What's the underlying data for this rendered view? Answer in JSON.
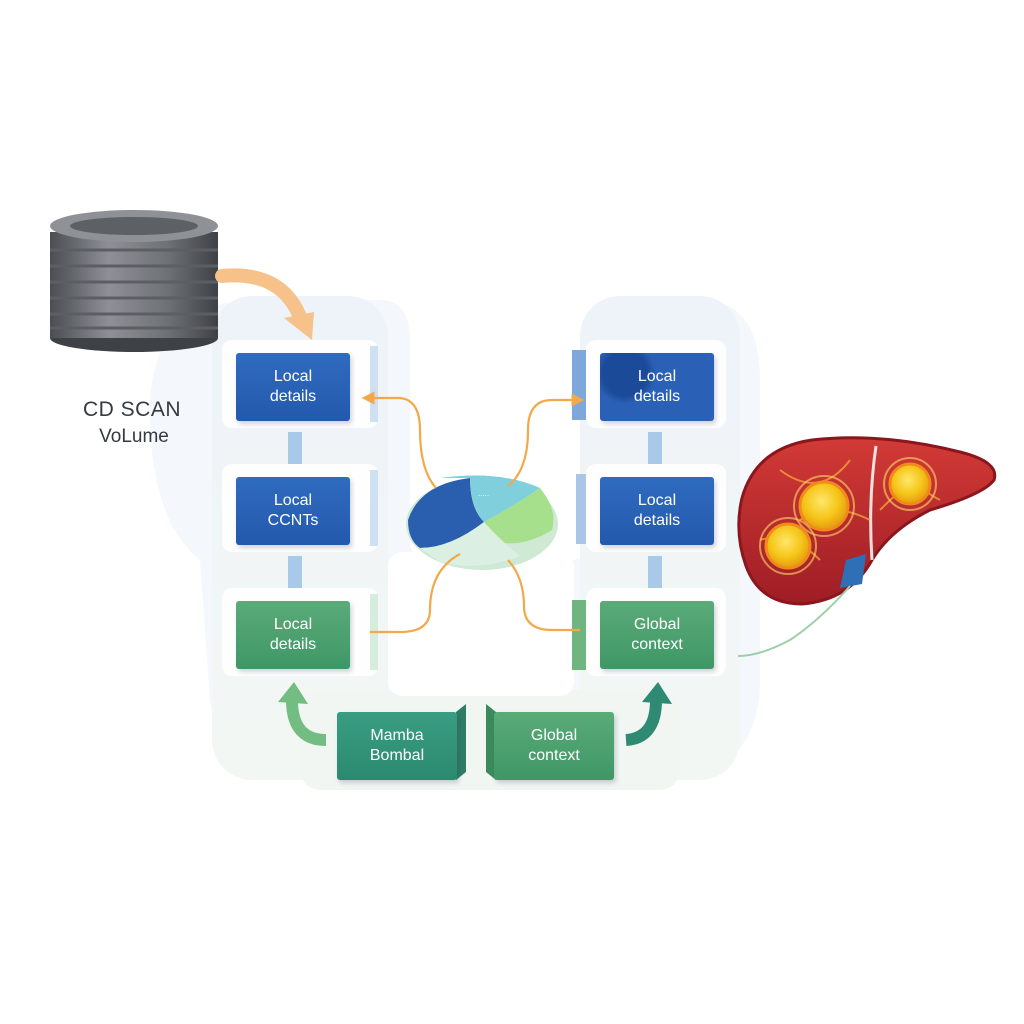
{
  "input": {
    "caption_line1": "CD SCAN",
    "caption_line2": "VoLume"
  },
  "left_column": [
    {
      "label": "Local\ndetails"
    },
    {
      "label": "Local\nCCNTs"
    },
    {
      "label": "Local\ndetails"
    }
  ],
  "right_column": [
    {
      "label": "Local\ndetails"
    },
    {
      "label": "Local\ndetails"
    },
    {
      "label": "Global\ncontext"
    }
  ],
  "bottom": [
    {
      "label": "Mamba\nBombal"
    },
    {
      "label": "Global\ncontext"
    }
  ],
  "colors": {
    "blue_box": "#2a60b5",
    "green_box": "#4fa270",
    "teal_box": "#32957a",
    "orange_connector": "#f3a94a",
    "panel_background": "#eef3f8",
    "liver": "#b8262b",
    "lesion": "#f5c518"
  }
}
